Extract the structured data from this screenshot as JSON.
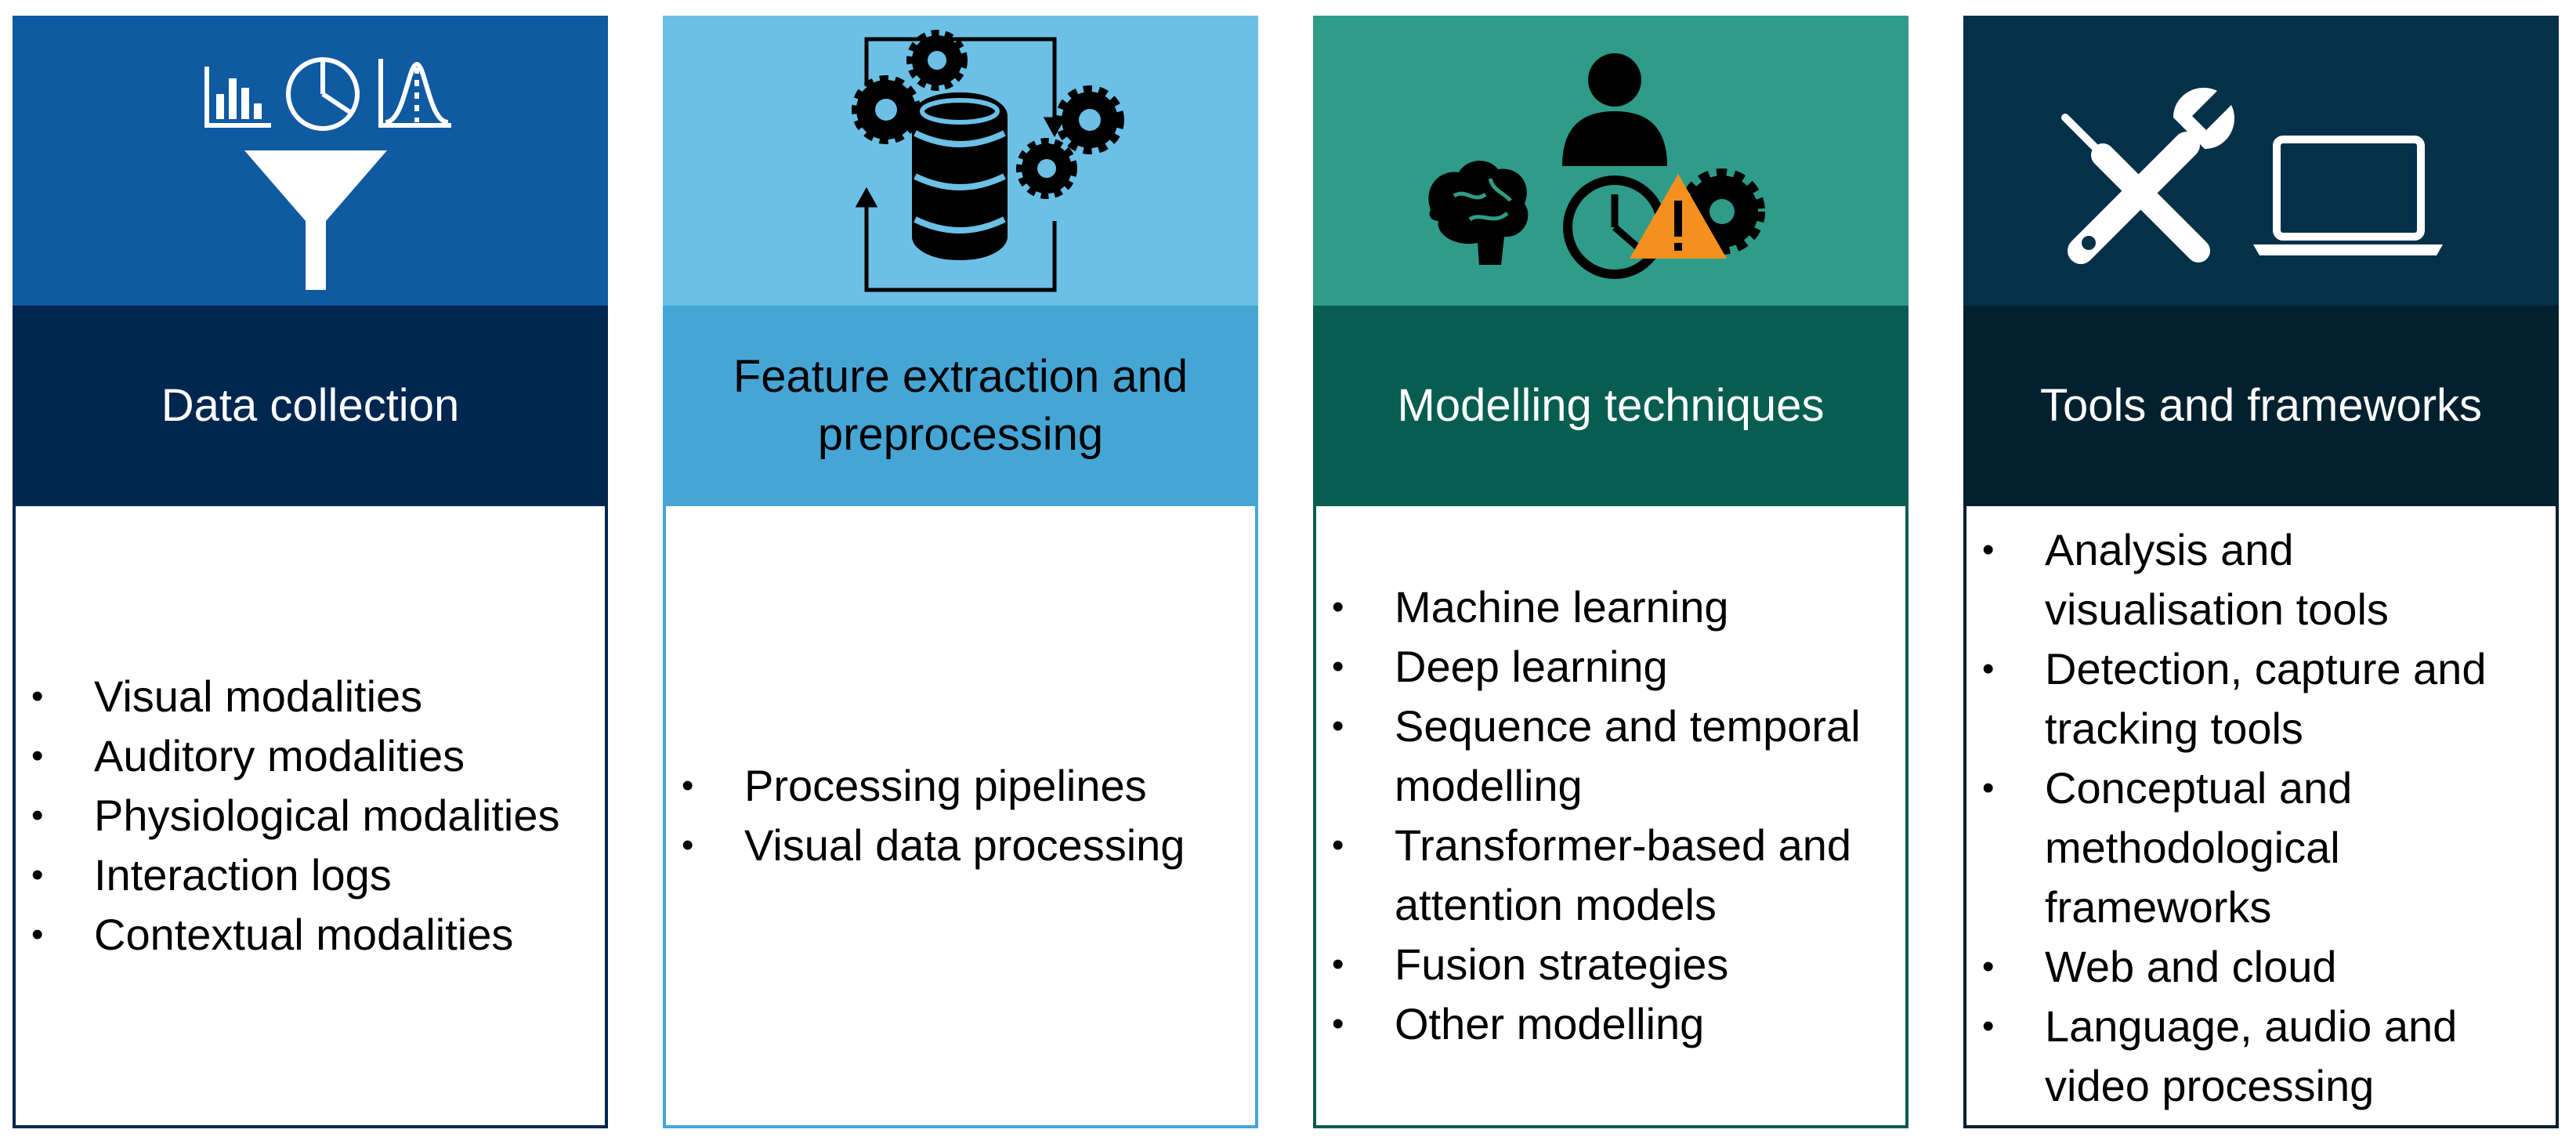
{
  "colors": {
    "col1_top": "#0f5aa1",
    "col1_band": "#01264f",
    "col2_top": "#6cc0e6",
    "col2_band": "#45a6d6",
    "col3_top": "#2e9c88",
    "col3_band": "#075e50",
    "col4_top": "#04304a",
    "col4_band": "#03202e",
    "warning": "#f5901e"
  },
  "columns": [
    {
      "title": "Data collection",
      "icon_names": [
        "bar-chart-icon",
        "pie-chart-icon",
        "distribution-curve-icon",
        "funnel-icon"
      ],
      "items": [
        "Visual modalities",
        "Auditory modalities",
        "Physiological modalities",
        "Interaction logs",
        "Contextual modalities"
      ]
    },
    {
      "title": "Feature extraction and preprocessing",
      "icon_names": [
        "gear-icon",
        "database-icon",
        "cycle-arrows-icon"
      ],
      "items": [
        "Processing pipelines",
        "Visual data processing"
      ]
    },
    {
      "title": "Modelling techniques",
      "icon_names": [
        "person-icon",
        "brain-icon",
        "clock-icon",
        "warning-icon",
        "gear-icon"
      ],
      "items": [
        "Machine learning",
        "Deep learning",
        "Sequence and temporal modelling",
        "Transformer-based and attention models",
        "Fusion strategies",
        "Other modelling"
      ]
    },
    {
      "title": "Tools and frameworks",
      "icon_names": [
        "screwdriver-icon",
        "wrench-icon",
        "laptop-icon"
      ],
      "items": [
        "Analysis and visualisation tools",
        "Detection, capture and tracking tools",
        "Conceptual and methodological frameworks",
        "Web and cloud",
        "Language, audio and video processing"
      ]
    }
  ]
}
